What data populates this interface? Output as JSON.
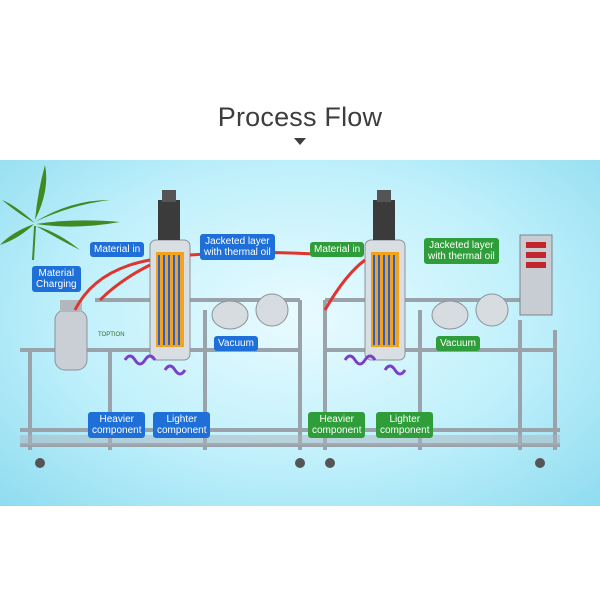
{
  "header": {
    "title": "Process Flow"
  },
  "labels": {
    "material_charging": "Material\nCharging",
    "left_material_in": "Material in",
    "left_jacketed": "Jacketed layer\nwith thermal oil",
    "left_vacuum": "Vacuum",
    "left_heavier": "Heavier\ncomponent",
    "left_lighter": "Lighter\ncomponent",
    "right_material_in": "Material in",
    "right_jacketed": "Jacketed layer\nwith thermal oil",
    "right_vacuum": "Vacuum",
    "right_heavier": "Heavier\ncomponent",
    "right_lighter": "Lighter\ncomponent",
    "brand": "TOPTION"
  },
  "colors": {
    "blue_label": "#1f6fd9",
    "green_label": "#2f9e3a",
    "pipe": "#e0342f",
    "background": "#bff0fb"
  }
}
